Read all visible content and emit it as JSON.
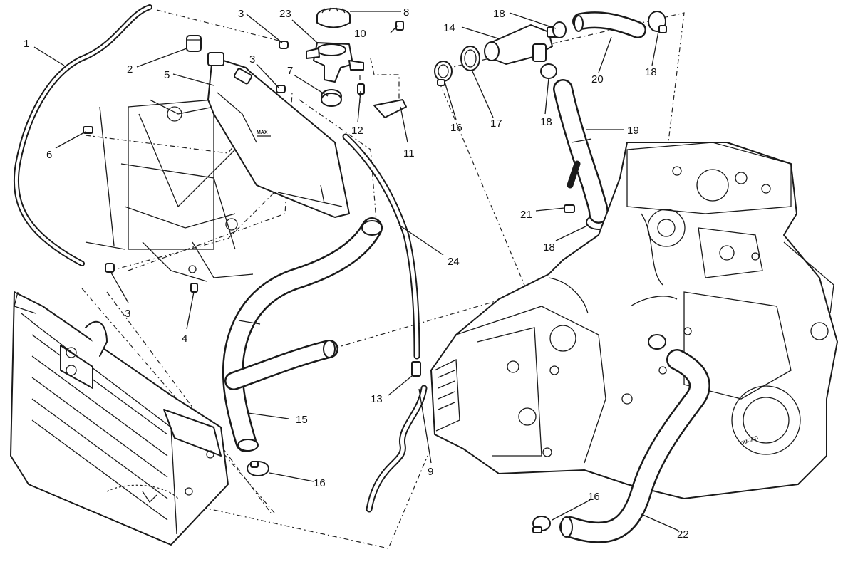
{
  "diagram": {
    "title": "",
    "level_mark": "MAX",
    "engine_logo": "DUCATI",
    "callouts": [
      {
        "id": "c1",
        "label": "1"
      },
      {
        "id": "c2",
        "label": "2"
      },
      {
        "id": "c3a",
        "label": "3"
      },
      {
        "id": "c3b",
        "label": "3"
      },
      {
        "id": "c3c",
        "label": "3"
      },
      {
        "id": "c4",
        "label": "4"
      },
      {
        "id": "c5",
        "label": "5"
      },
      {
        "id": "c6",
        "label": "6"
      },
      {
        "id": "c7",
        "label": "7"
      },
      {
        "id": "c8",
        "label": "8"
      },
      {
        "id": "c9",
        "label": "9"
      },
      {
        "id": "c10",
        "label": "10"
      },
      {
        "id": "c11",
        "label": "11"
      },
      {
        "id": "c12",
        "label": "12"
      },
      {
        "id": "c13",
        "label": "13"
      },
      {
        "id": "c14",
        "label": "14"
      },
      {
        "id": "c15",
        "label": "15"
      },
      {
        "id": "c16a",
        "label": "16"
      },
      {
        "id": "c16b",
        "label": "16"
      },
      {
        "id": "c16c",
        "label": "16"
      },
      {
        "id": "c17",
        "label": "17"
      },
      {
        "id": "c18a",
        "label": "18"
      },
      {
        "id": "c18b",
        "label": "18"
      },
      {
        "id": "c18c",
        "label": "18"
      },
      {
        "id": "c18d",
        "label": "18"
      },
      {
        "id": "c19",
        "label": "19"
      },
      {
        "id": "c20",
        "label": "20"
      },
      {
        "id": "c21",
        "label": "21"
      },
      {
        "id": "c22",
        "label": "22"
      },
      {
        "id": "c23",
        "label": "23"
      },
      {
        "id": "c24",
        "label": "24"
      }
    ]
  }
}
